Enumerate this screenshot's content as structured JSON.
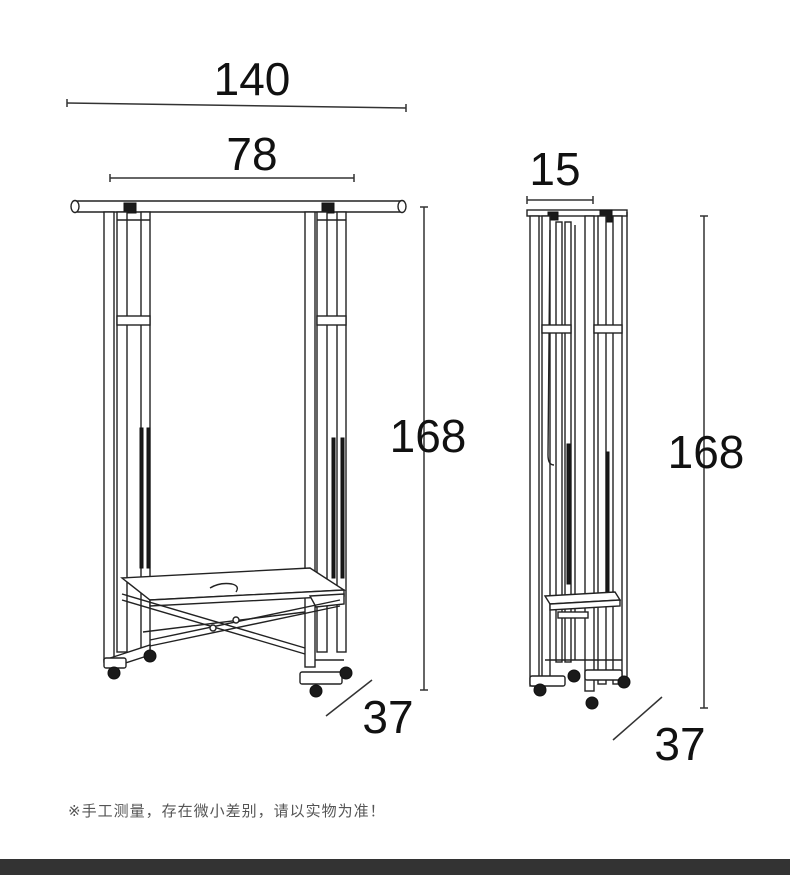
{
  "dimensions": {
    "front_total_width": "140",
    "front_inner_width": "78",
    "front_height": "168",
    "front_depth": "37",
    "side_width": "15",
    "side_height": "168",
    "side_depth": "37"
  },
  "note": "※手工测量，存在微小差别，请以实物为准！",
  "colors": {
    "line": "#222222",
    "footer": "#333333",
    "note_text": "#555555"
  }
}
